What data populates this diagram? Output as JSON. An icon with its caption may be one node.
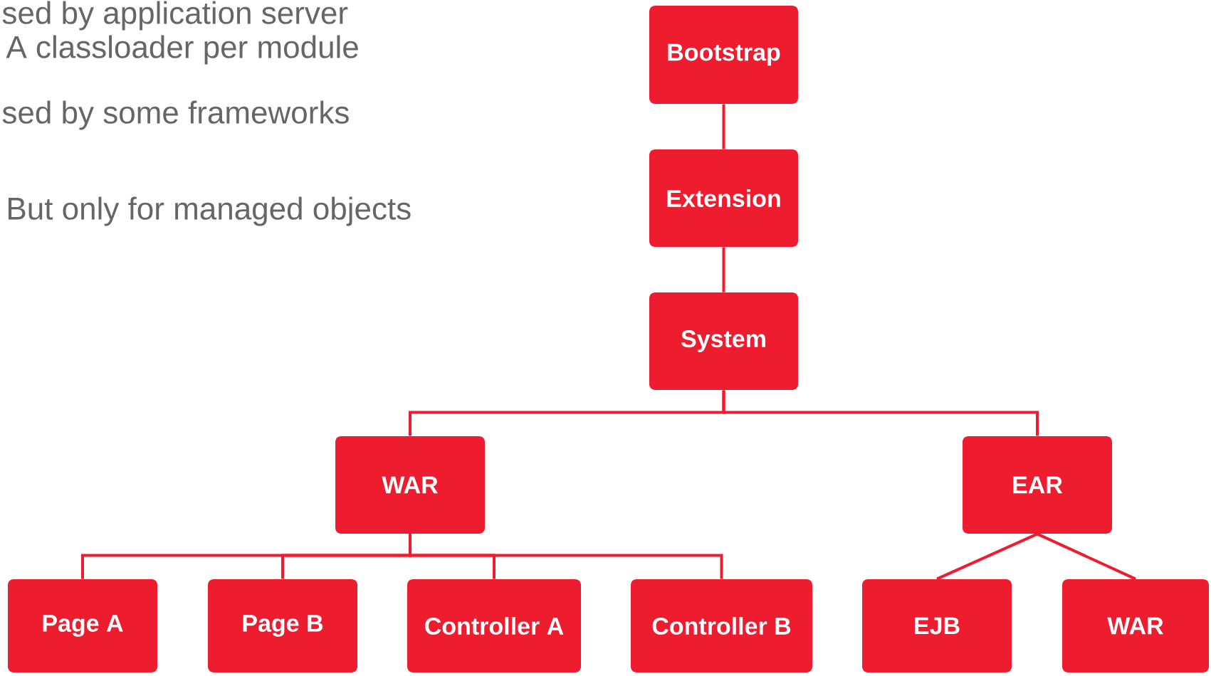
{
  "diagram": {
    "nodes": [
      {
        "text": [
          "Bootstrap"
        ]
      },
      {
        "text": [
          "Extension"
        ]
      },
      {
        "text": [
          "System"
        ]
      },
      {
        "text": [
          "WAR"
        ]
      },
      {
        "text": [
          "EAR"
        ]
      },
      {
        "text": [
          "Page A"
        ]
      },
      {
        "text": [
          "Page B"
        ]
      },
      {
        "text": [
          "Controller A"
        ]
      },
      {
        "text": [
          "Controller B"
        ]
      },
      {
        "text": [
          "EJB"
        ]
      },
      {
        "text": [
          "WAR"
        ]
      }
    ],
    "edges": [
      {
        "from": 0,
        "to": 1,
        "arrow": "none"
      },
      {
        "from": 1,
        "to": 2,
        "arrow": "none"
      },
      {
        "from": 2,
        "to": 3,
        "arrow": "none"
      },
      {
        "from": 2,
        "to": 4,
        "arrow": "none"
      },
      {
        "from": 3,
        "to": 5,
        "arrow": "none"
      },
      {
        "from": 3,
        "to": 6,
        "arrow": "none"
      },
      {
        "from": 3,
        "to": 7,
        "arrow": "none"
      },
      {
        "from": 3,
        "to": 8,
        "arrow": "none"
      },
      {
        "from": 4,
        "to": 9,
        "arrow": "none"
      },
      {
        "from": 4,
        "to": 10,
        "arrow": "none"
      }
    ],
    "labels": [
      "sed by application server",
      "A classloader per module",
      "sed by some frameworks",
      "But only for managed objects"
    ]
  }
}
